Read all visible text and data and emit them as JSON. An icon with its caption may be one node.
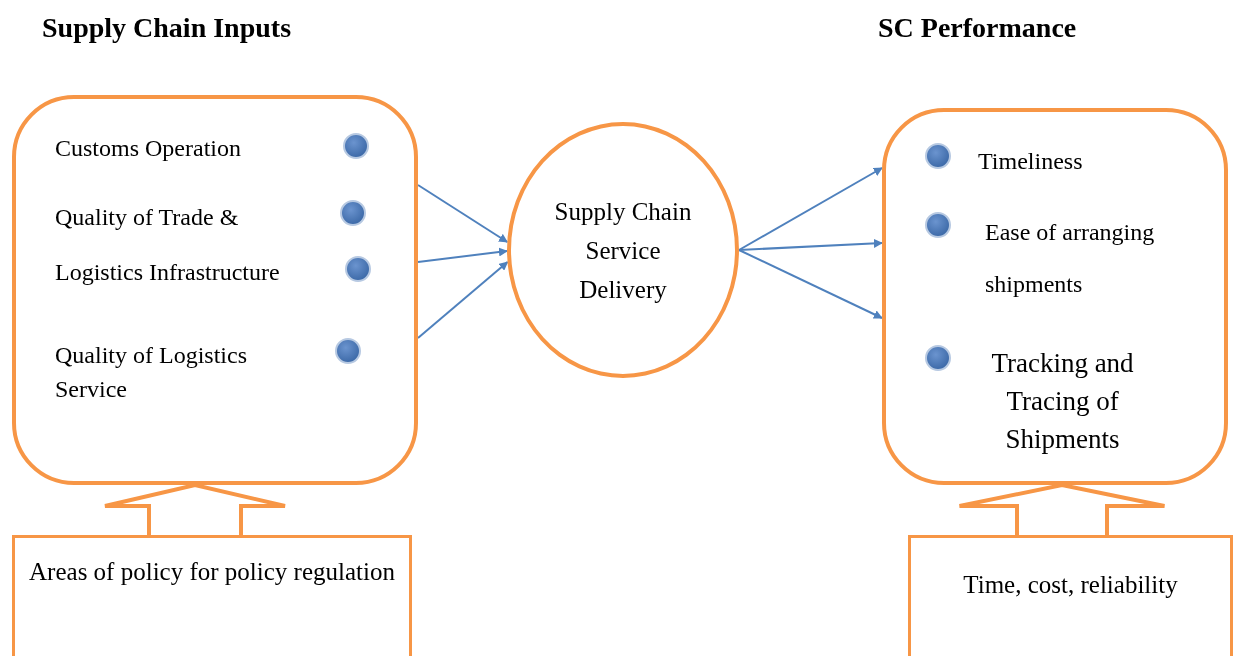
{
  "diagram": {
    "nodes": [
      {
        "text": [
          "Supply Chain Inputs"
        ]
      },
      {
        "text": [
          "Customs Operation"
        ],
        "in": 0
      },
      {
        "text": [
          "Quality of Trade & Logistics Infrastructure"
        ],
        "in": 0
      },
      {
        "text": [
          "Quality of Logistics Service"
        ],
        "in": 0
      },
      {
        "text": [
          "Supply Chain Service Delivery"
        ]
      },
      {
        "text": [
          "SC Performance"
        ]
      },
      {
        "text": [
          "Timeliness"
        ],
        "in": 5
      },
      {
        "text": [
          "Ease of arranging shipments"
        ],
        "in": 5
      },
      {
        "text": [
          "Tracking and Tracing of Shipments"
        ],
        "in": 5
      },
      {
        "text": [
          "Areas of policy for policy regulation"
        ]
      },
      {
        "text": [
          "Time, cost, reliability"
        ]
      }
    ],
    "edges": [
      {
        "from": 0,
        "to": 4,
        "arrow": "to"
      },
      {
        "from": 0,
        "to": 4,
        "arrow": "to"
      },
      {
        "from": 0,
        "to": 4,
        "arrow": "to"
      },
      {
        "from": 4,
        "to": 5,
        "arrow": "to"
      },
      {
        "from": 4,
        "to": 5,
        "arrow": "to"
      },
      {
        "from": 4,
        "to": 5,
        "arrow": "to"
      },
      {
        "from": 9,
        "to": 0,
        "arrow": "to",
        "style": "thick"
      },
      {
        "from": 10,
        "to": 5,
        "arrow": "to",
        "style": "thick"
      }
    ]
  }
}
